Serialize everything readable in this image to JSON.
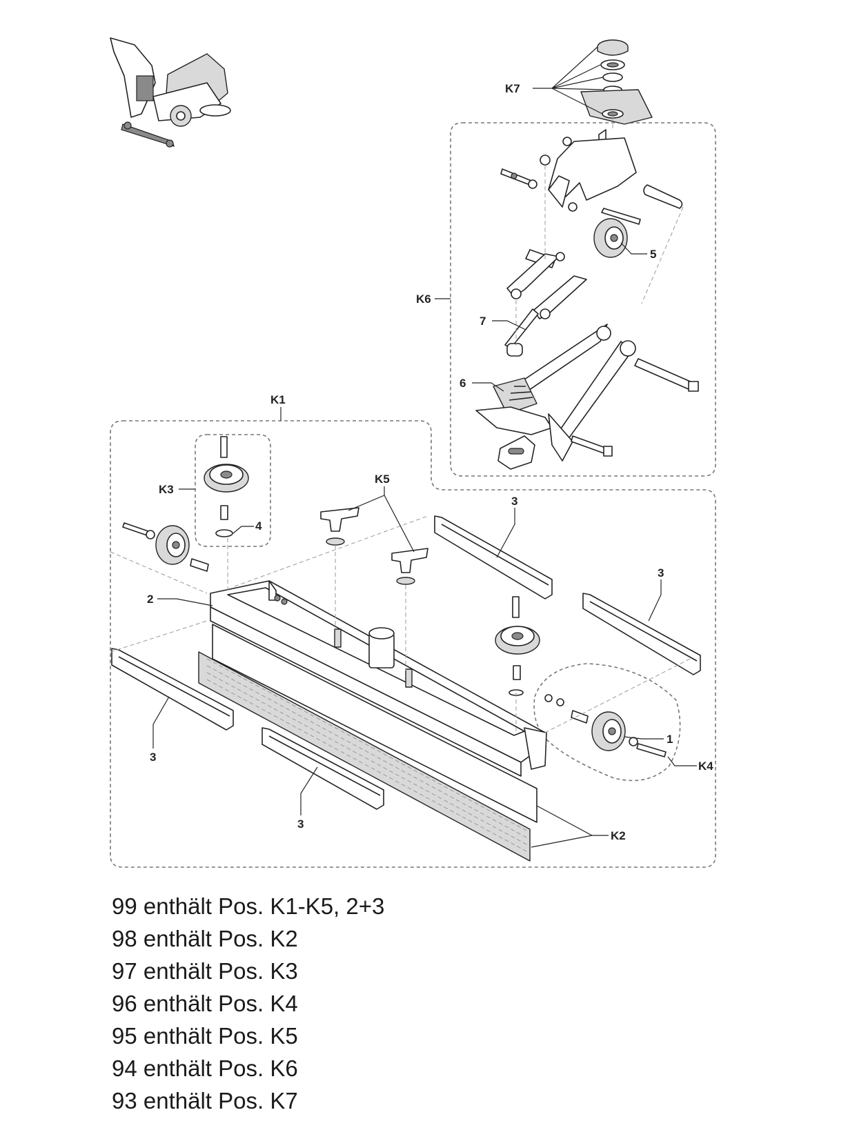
{
  "callouts": {
    "k1": "K1",
    "k2": "K2",
    "k3": "K3",
    "k4": "K4",
    "k5": "K5",
    "k6": "K6",
    "k7": "K7",
    "p1": "1",
    "p2": "2",
    "p3a": "3",
    "p3b": "3",
    "p3c": "3",
    "p3d": "3",
    "p4": "4",
    "p5": "5",
    "p6": "6",
    "p7": "7"
  },
  "notes": [
    "99 enthält Pos. K1-K5, 2+3",
    "98 enthält Pos. K2",
    "97 enthält Pos. K3",
    "96 enthält Pos. K4",
    "95 enthält Pos. K5",
    "94 enthält Pos. K6",
    "93 enthält Pos. K7"
  ]
}
